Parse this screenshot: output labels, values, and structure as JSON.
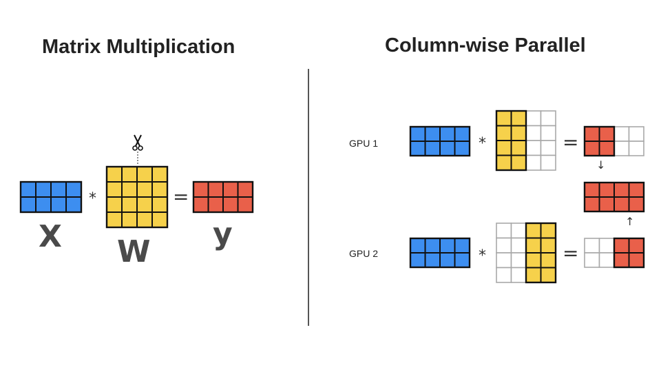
{
  "colors": {
    "x_fill": "#3d8ef0",
    "w_fill": "#f6d14b",
    "y_fill": "#e9604a",
    "border": "#111111",
    "empty_border": "#a8a8a8",
    "text": "#222222"
  },
  "left": {
    "title": "Matrix Multiplication",
    "x_label": "X",
    "w_label": "W",
    "y_label": "y",
    "multiply": "*",
    "equals": "=",
    "scissors_icon": "scissors-icon"
  },
  "right": {
    "title": "Column-wise Parallel",
    "gpu1_label": "GPU 1",
    "gpu2_label": "GPU 2",
    "multiply": "*",
    "equals": "=",
    "arrow_down": "↓",
    "arrow_up": "↑"
  }
}
